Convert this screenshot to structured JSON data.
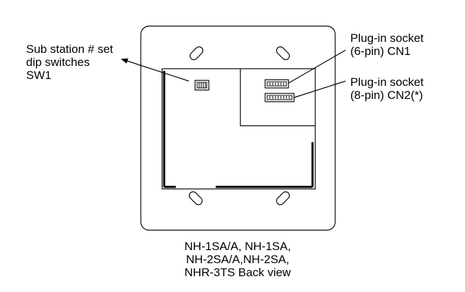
{
  "labels": {
    "sw1": [
      "Sub station # set",
      "dip switches",
      "SW1"
    ],
    "cn1": [
      "Plug-in socket",
      "(6-pin) CN1"
    ],
    "cn2": [
      "Plug-in socket",
      "(8-pin) CN2(*)"
    ]
  },
  "caption": [
    "NH-1SA/A, NH-1SA,",
    "NH-2SA/A,NH-2SA,",
    "NHR-3TS Back view"
  ],
  "colors": {
    "line": "#000000",
    "background": "#ffffff"
  },
  "icons": [
    "screw-slot-icon",
    "dip-switch-icon",
    "connector-icon"
  ]
}
